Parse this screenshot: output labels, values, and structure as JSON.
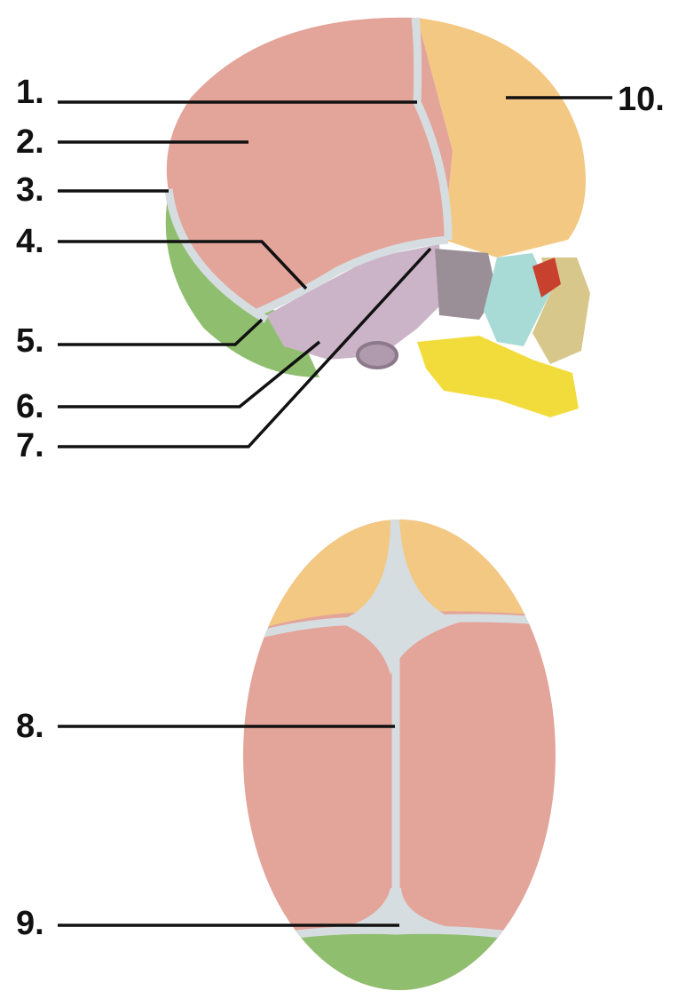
{
  "labels": [
    "1.",
    "2.",
    "3.",
    "4.",
    "5.",
    "6.",
    "7.",
    "8.",
    "9.",
    "10."
  ],
  "colors": {
    "parietal": "#e3a49a",
    "frontal": "#f3c883",
    "occipital": "#8fbf6e",
    "temporal": "#cbb4c8",
    "sphenoid": "#9a8f97",
    "zygomatic": "#a9dbd6",
    "maxilla": "#d8c78a",
    "mandible": "#f2dc3c",
    "orbit": "#c8402e",
    "suture": "#d6dde0"
  }
}
